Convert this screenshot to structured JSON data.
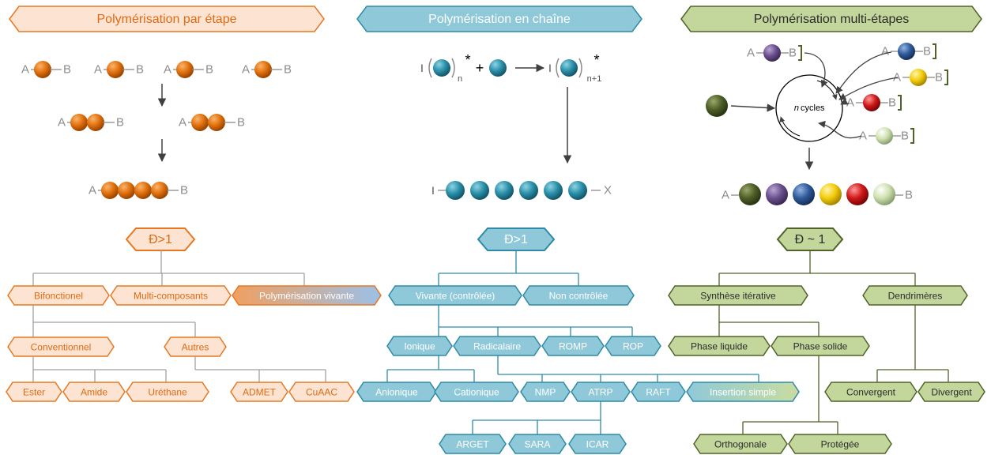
{
  "columns": [
    {
      "title": "Polymérisation par étape",
      "dispersity": "Đ>1",
      "theme": {
        "fill": "#fde4d2",
        "stroke": "#e67823",
        "text": "#e06a12",
        "line": "#a0a0a0",
        "bead": "#e0700d"
      },
      "level1": [
        "Bifonctionel",
        "Multi-composants",
        "Polymérisation vivante"
      ],
      "level2": [
        "Conventionnel",
        "Autres"
      ],
      "level3": [
        "Ester",
        "Amide",
        "Uréthane",
        "ADMET",
        "CuAAC"
      ]
    },
    {
      "title": "Polymérisation en chaîne",
      "dispersity": "Đ>1",
      "theme": {
        "fill": "#8fc9d9",
        "stroke": "#2e8aa6",
        "text": "#ffffff",
        "line": "#2e8aa6",
        "bead": "#2a8fa8"
      },
      "level1": [
        "Vivante (contrôlée)",
        "Non contrôlée"
      ],
      "level2": [
        "Ionique",
        "Radicalaire",
        "ROMP",
        "ROP"
      ],
      "level3": [
        "Anionique",
        "Cationique",
        "NMP",
        "ATRP",
        "RAFT",
        "Insertion simple"
      ],
      "level4": [
        "ARGET",
        "SARA",
        "ICAR"
      ]
    },
    {
      "title": "Polymérisation multi-étapes",
      "dispersity": "Đ ~ 1",
      "theme": {
        "fill": "#c3d69b",
        "stroke": "#4f6228",
        "text": "#2b2b2b",
        "line": "#4f6228"
      },
      "level1": [
        "Synthèse itérative",
        "Dendrimères"
      ],
      "level2": [
        "Phase liquide",
        "Phase solide"
      ],
      "level3": [
        "Convergent",
        "Divergent"
      ],
      "level4": [
        "Orthogonale",
        "Protégée"
      ]
    }
  ],
  "reaction_labels": {
    "a": "A",
    "b": "B",
    "i": "I",
    "x": "X",
    "n": "n",
    "n_plus_1": "n+1",
    "star": "*",
    "plus": "+",
    "cycles": "cycles"
  },
  "multi_bead_colors": [
    "#4d5e26",
    "#6a4f8c",
    "#2f5a9a",
    "#f2cc0c",
    "#d01818",
    "#cfe0b0"
  ]
}
